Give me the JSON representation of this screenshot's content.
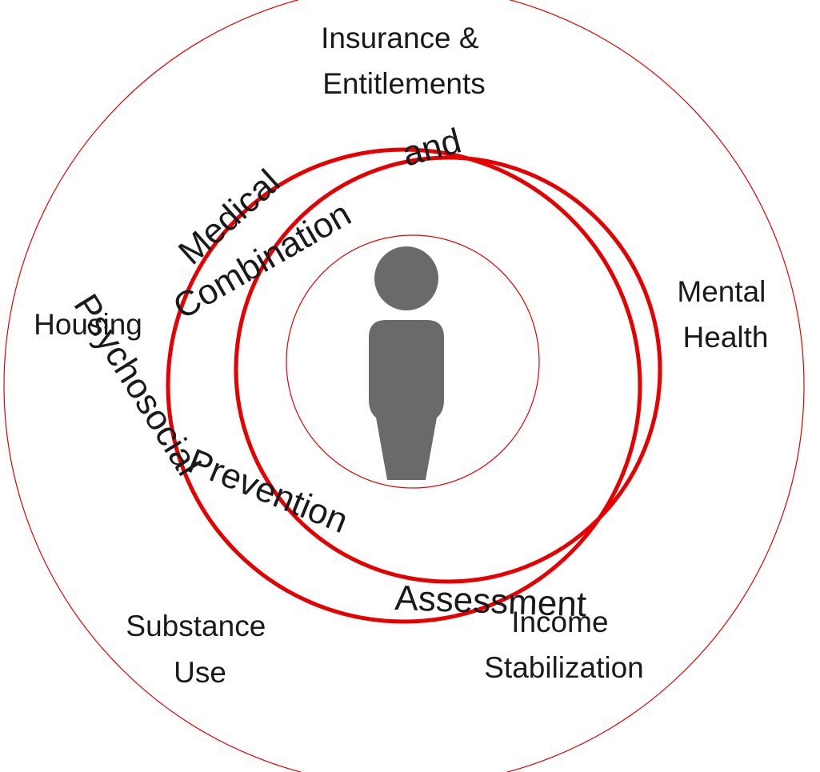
{
  "colors": {
    "ring": "#e60000",
    "person": "#6b6a6b",
    "text": "#1a1a1a"
  },
  "outer_labels": {
    "insurance": [
      "Insurance &",
      "Entitlements"
    ],
    "mental_health": [
      "Mental",
      "Health"
    ],
    "housing": [
      "Housing"
    ],
    "substance_use": [
      "Substance",
      "Use"
    ],
    "income": [
      "Income",
      "Stabilization"
    ]
  },
  "arc_labels": {
    "and": "and",
    "medical": "Medical",
    "combination": "Combination",
    "psychosocial": "Psychosocial",
    "prevention": "Prevention",
    "assessment": "Assessment"
  },
  "center_icon": "person-icon"
}
